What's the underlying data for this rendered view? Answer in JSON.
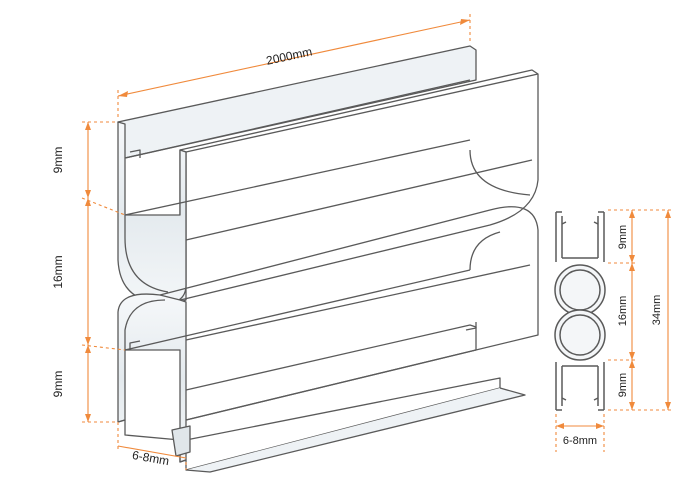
{
  "colors": {
    "dimension_line": "#f08a3c",
    "outline": "#5a5a5a",
    "glass_fill": "#e9eef2",
    "glass_shade": "#d5dde3",
    "text": "#222222"
  },
  "labels": {
    "length": "2000mm",
    "upper_flange": "9mm",
    "middle_tube": "16mm",
    "lower_flange": "9mm",
    "glass_thickness_3d": "6-8mm",
    "profile_upper": "9mm",
    "profile_middle": "16mm",
    "profile_lower": "9mm",
    "profile_total": "34mm",
    "profile_thickness": "6-8mm"
  }
}
